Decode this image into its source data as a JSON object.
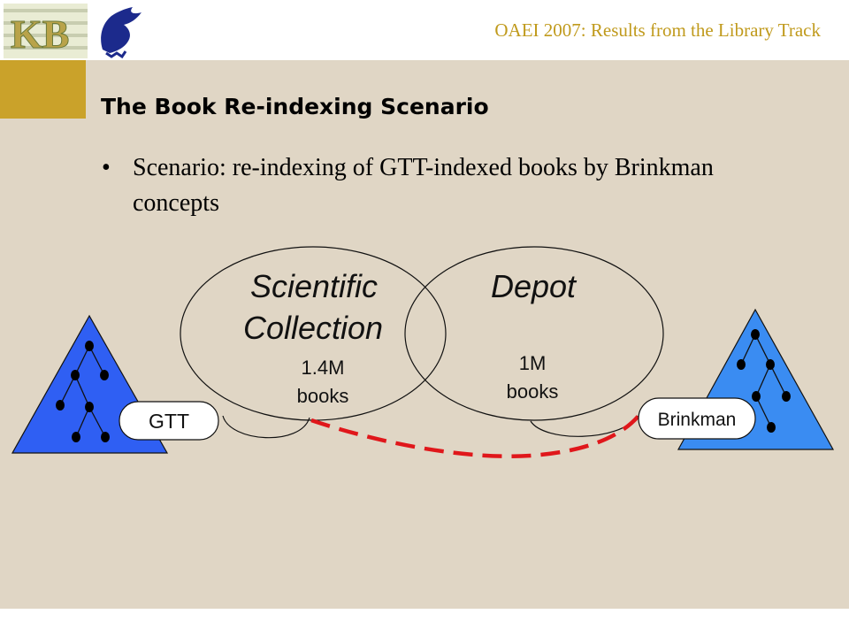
{
  "header": {
    "title": "OAEI 2007: Results from the Library Track"
  },
  "slide": {
    "title": "The Book Re-indexing Scenario",
    "bullet_symbol": "•",
    "bullet": "Scenario: re-indexing of GTT-indexed books by Brinkman concepts"
  },
  "diagram": {
    "left_ellipse": {
      "title_line1": "Scientific",
      "title_line2": "Collection",
      "count_line1": "1.4M",
      "count_line2": "books"
    },
    "right_ellipse": {
      "title": "Depot",
      "count_line1": "1M",
      "count_line2": "books"
    },
    "left_thesaurus_label": "GTT",
    "right_thesaurus_label": "Brinkman"
  },
  "colors": {
    "header_title": "#c09a1c",
    "slide_bg": "#e0d6c5",
    "gold_box": "#caa22a",
    "left_triangle": "#2f5ff3",
    "right_triangle": "#3a8cf2",
    "link_line": "#e0171b"
  },
  "icons": {
    "logo": "kb-logo-with-griffin-icon"
  }
}
